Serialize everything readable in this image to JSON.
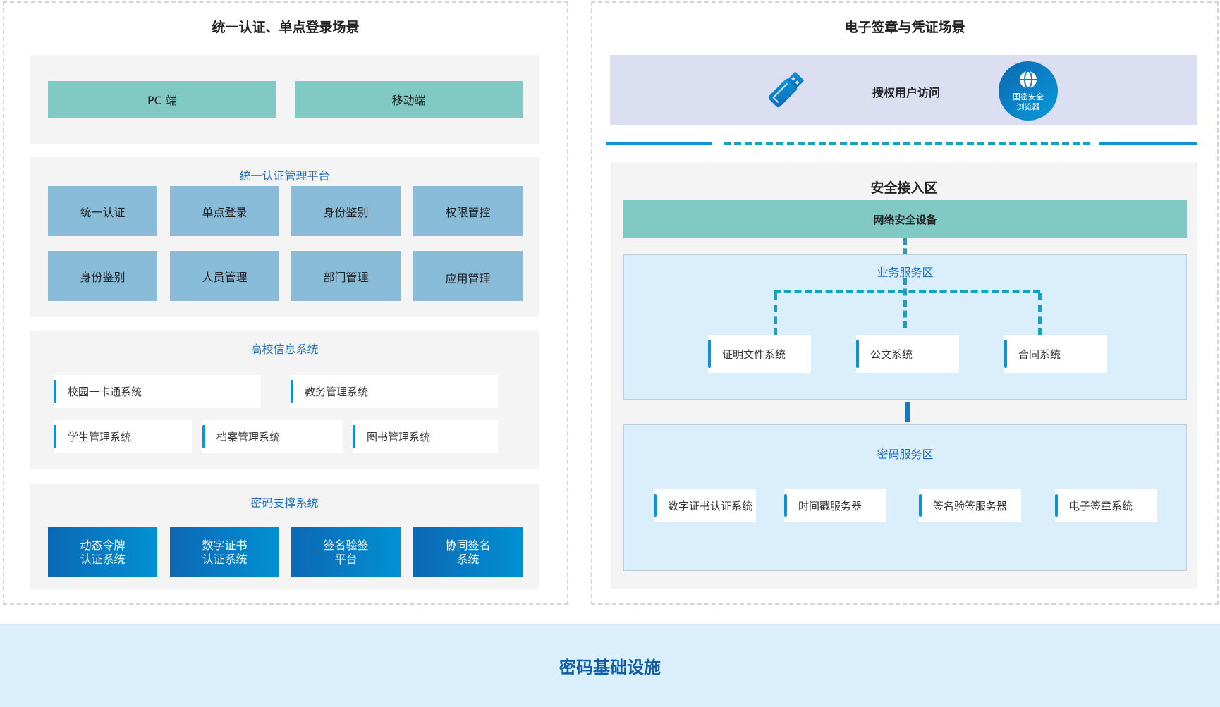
{
  "left_panel": {
    "title": "统一认证、单点登录场景",
    "clients": [
      "PC 端",
      "移动端"
    ],
    "auth_platform": {
      "title": "统一认证管理平台",
      "modules": [
        "统一认证",
        "单点登录",
        "身份鉴别",
        "权限管控",
        "身份鉴别",
        "人员管理",
        "部门管理",
        "应用管理"
      ]
    },
    "campus_systems": {
      "title": "高校信息系统",
      "items": [
        "校园一卡通系统",
        "教务管理系统",
        "学生管理系统",
        "档案管理系统",
        "图书管理系统"
      ]
    },
    "crypto_support": {
      "title": "密码支撑系统",
      "items": [
        {
          "line1": "动态令牌",
          "line2": "认证系统"
        },
        {
          "line1": "数字证书",
          "line2": "认证系统"
        },
        {
          "line1": "签名验签",
          "line2": "平台"
        },
        {
          "line1": "协同签名",
          "line2": "系统"
        }
      ]
    }
  },
  "right_panel": {
    "title": "电子签章与凭证场景",
    "access": {
      "label": "授权用户访问",
      "usb_icon": "usb-key-icon",
      "browser_badge": {
        "icon": "globe-icon",
        "line1": "国密安全",
        "line2": "浏览器"
      }
    },
    "secure_zone": {
      "title": "安全接入区",
      "device": "网络安全设备",
      "business_zone": {
        "title": "业务服务区",
        "items": [
          "证明文件系统",
          "公文系统",
          "合同系统"
        ]
      },
      "crypto_zone": {
        "title": "密码服务区",
        "items": [
          "数字证书认证系统",
          "时间戳服务器",
          "签名验签服务器",
          "电子签章系统"
        ]
      }
    }
  },
  "footer": {
    "label": "密码基础设施"
  },
  "colors": {
    "teal": "#80c9c4",
    "tile_blue": "#88bcd9",
    "gradient_start": "#0b68b4",
    "gradient_end": "#0290d4",
    "zone_bg": "#dbeefc",
    "lavender": "#dcdff2",
    "subtitle_blue": "#1f6fc0",
    "connector": "#14a2be"
  }
}
